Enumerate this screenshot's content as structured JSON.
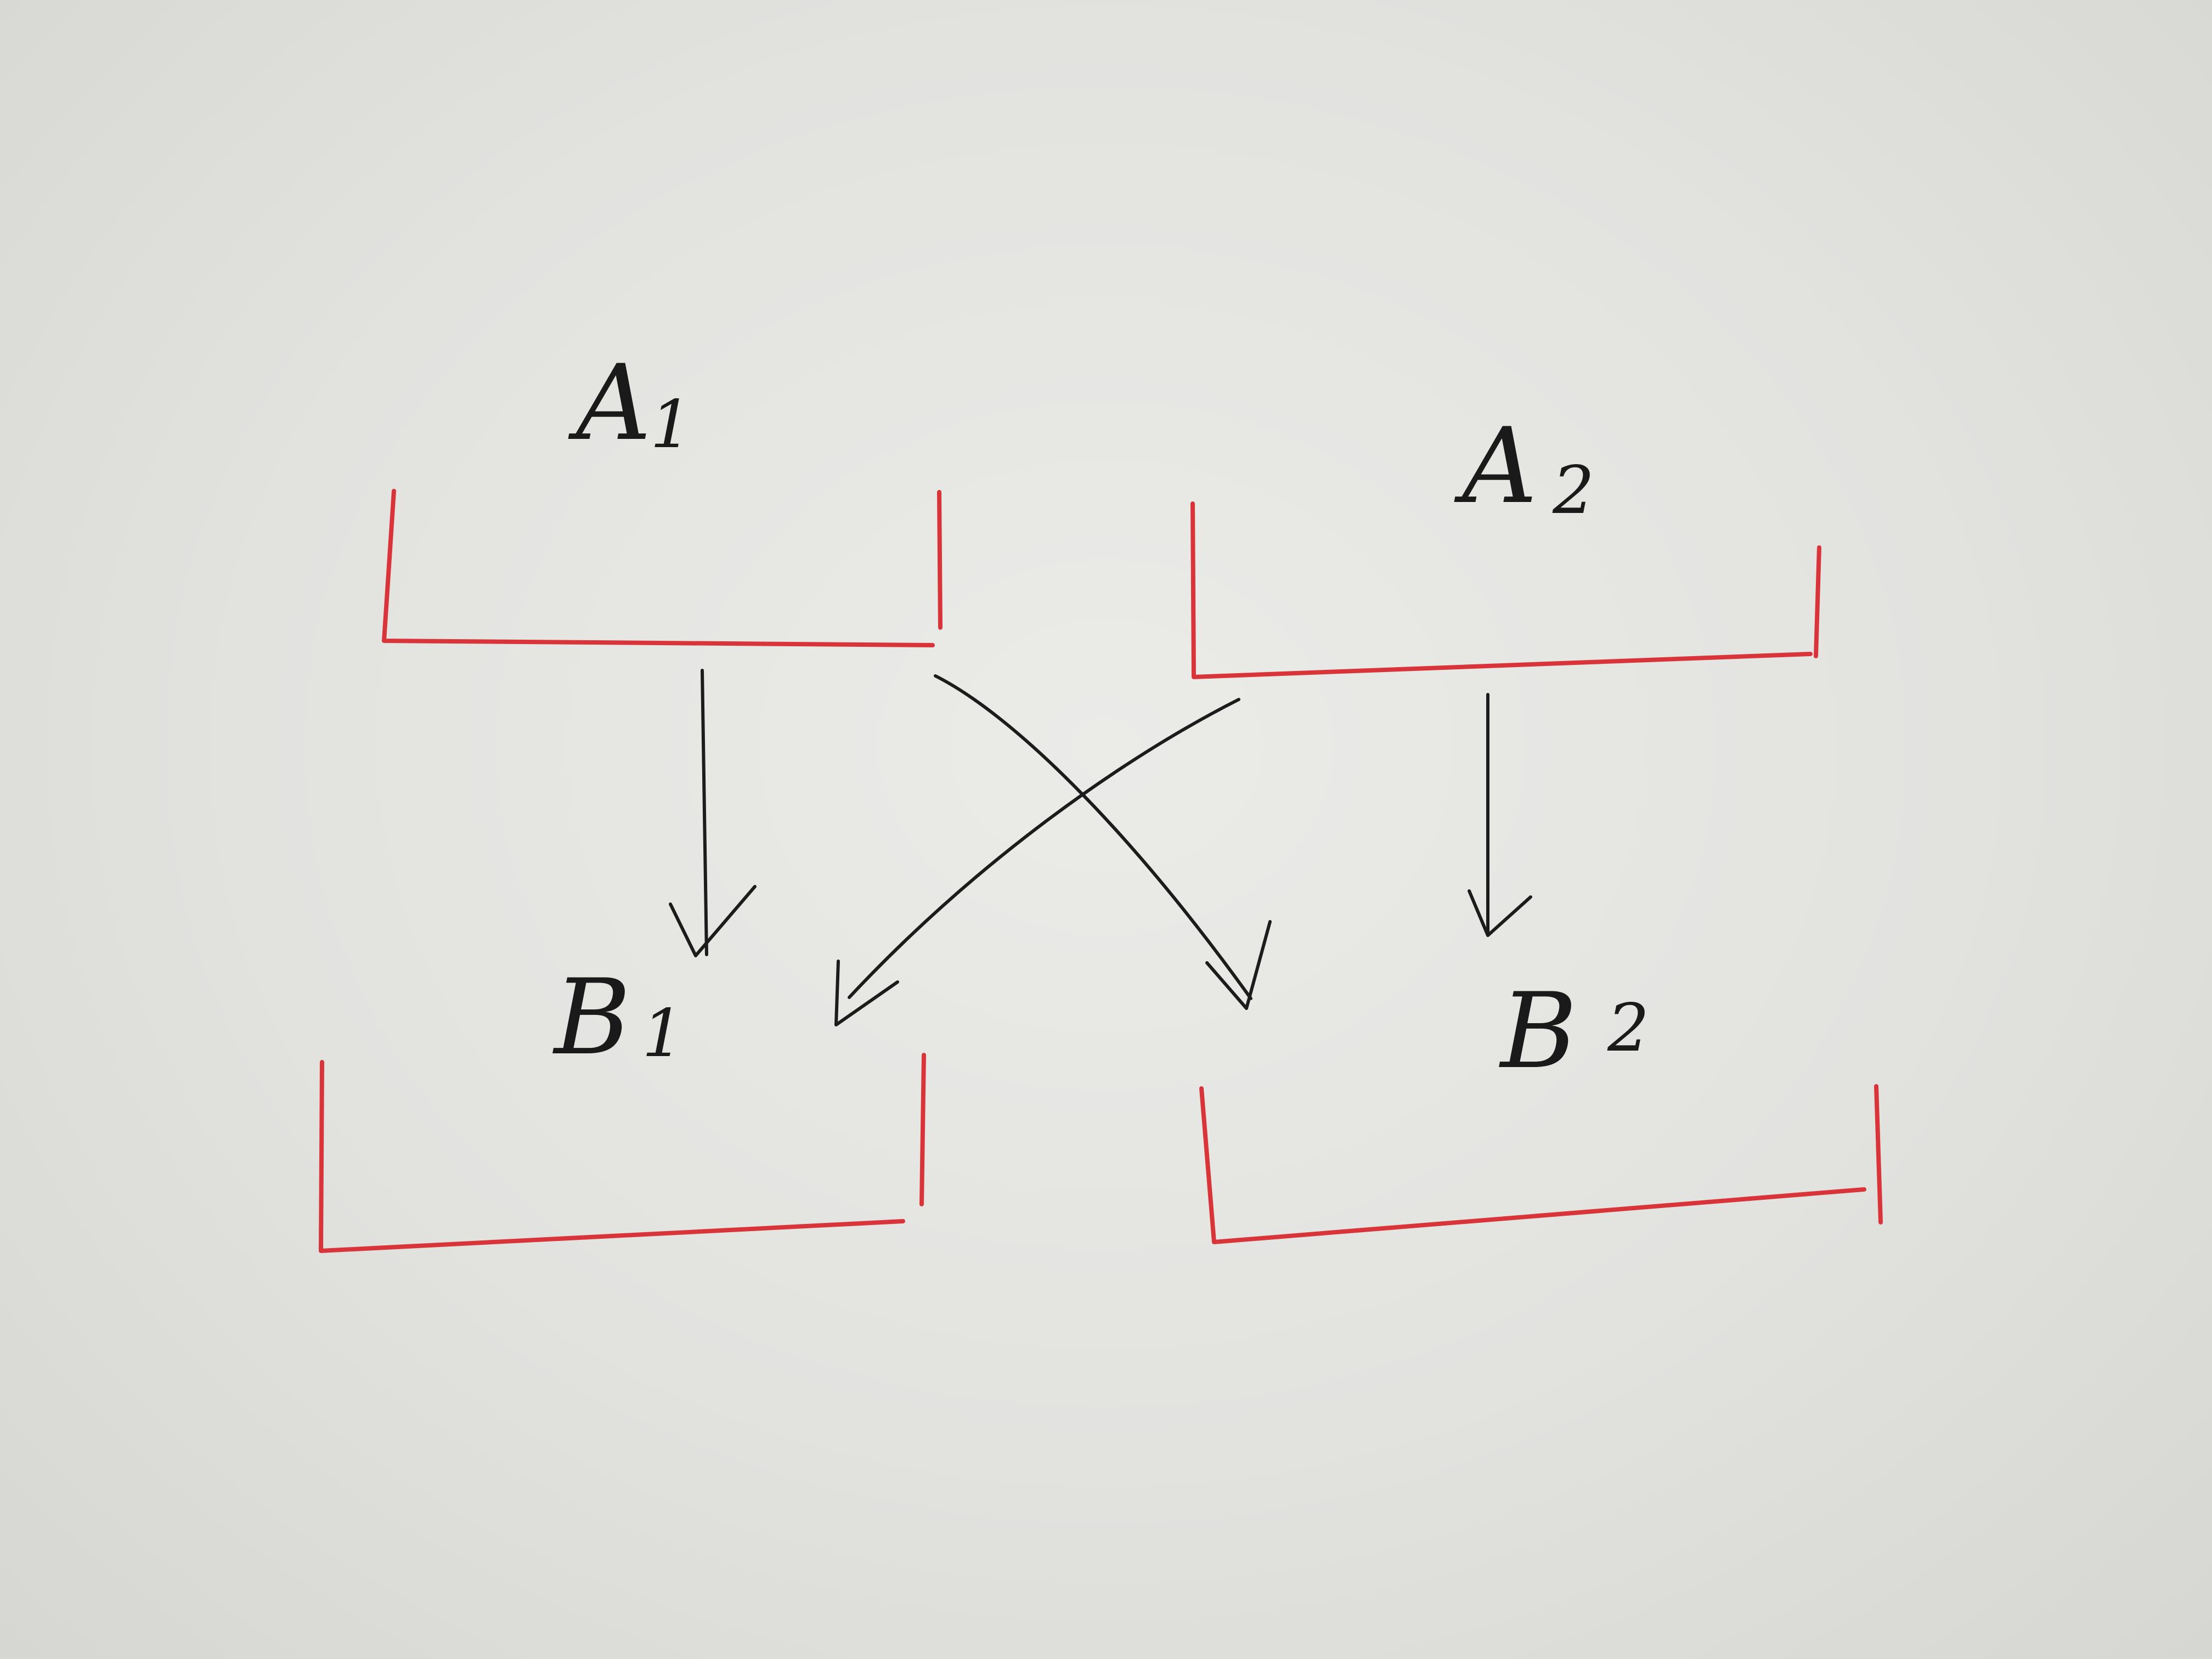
{
  "colors": {
    "bracket": "#d9343a",
    "arrow": "#1c1c1c",
    "label": "#1a1a1a"
  },
  "nodes": {
    "a1": {
      "letter": "A",
      "index": "1"
    },
    "a2": {
      "letter": "A",
      "index": "2"
    },
    "b1": {
      "letter": "B",
      "index": "1"
    },
    "b2": {
      "letter": "B",
      "index": "2"
    }
  },
  "edges": [
    {
      "from": "a1",
      "to": "b1"
    },
    {
      "from": "a1",
      "to": "b2"
    },
    {
      "from": "a2",
      "to": "b1"
    },
    {
      "from": "a2",
      "to": "b2"
    }
  ]
}
